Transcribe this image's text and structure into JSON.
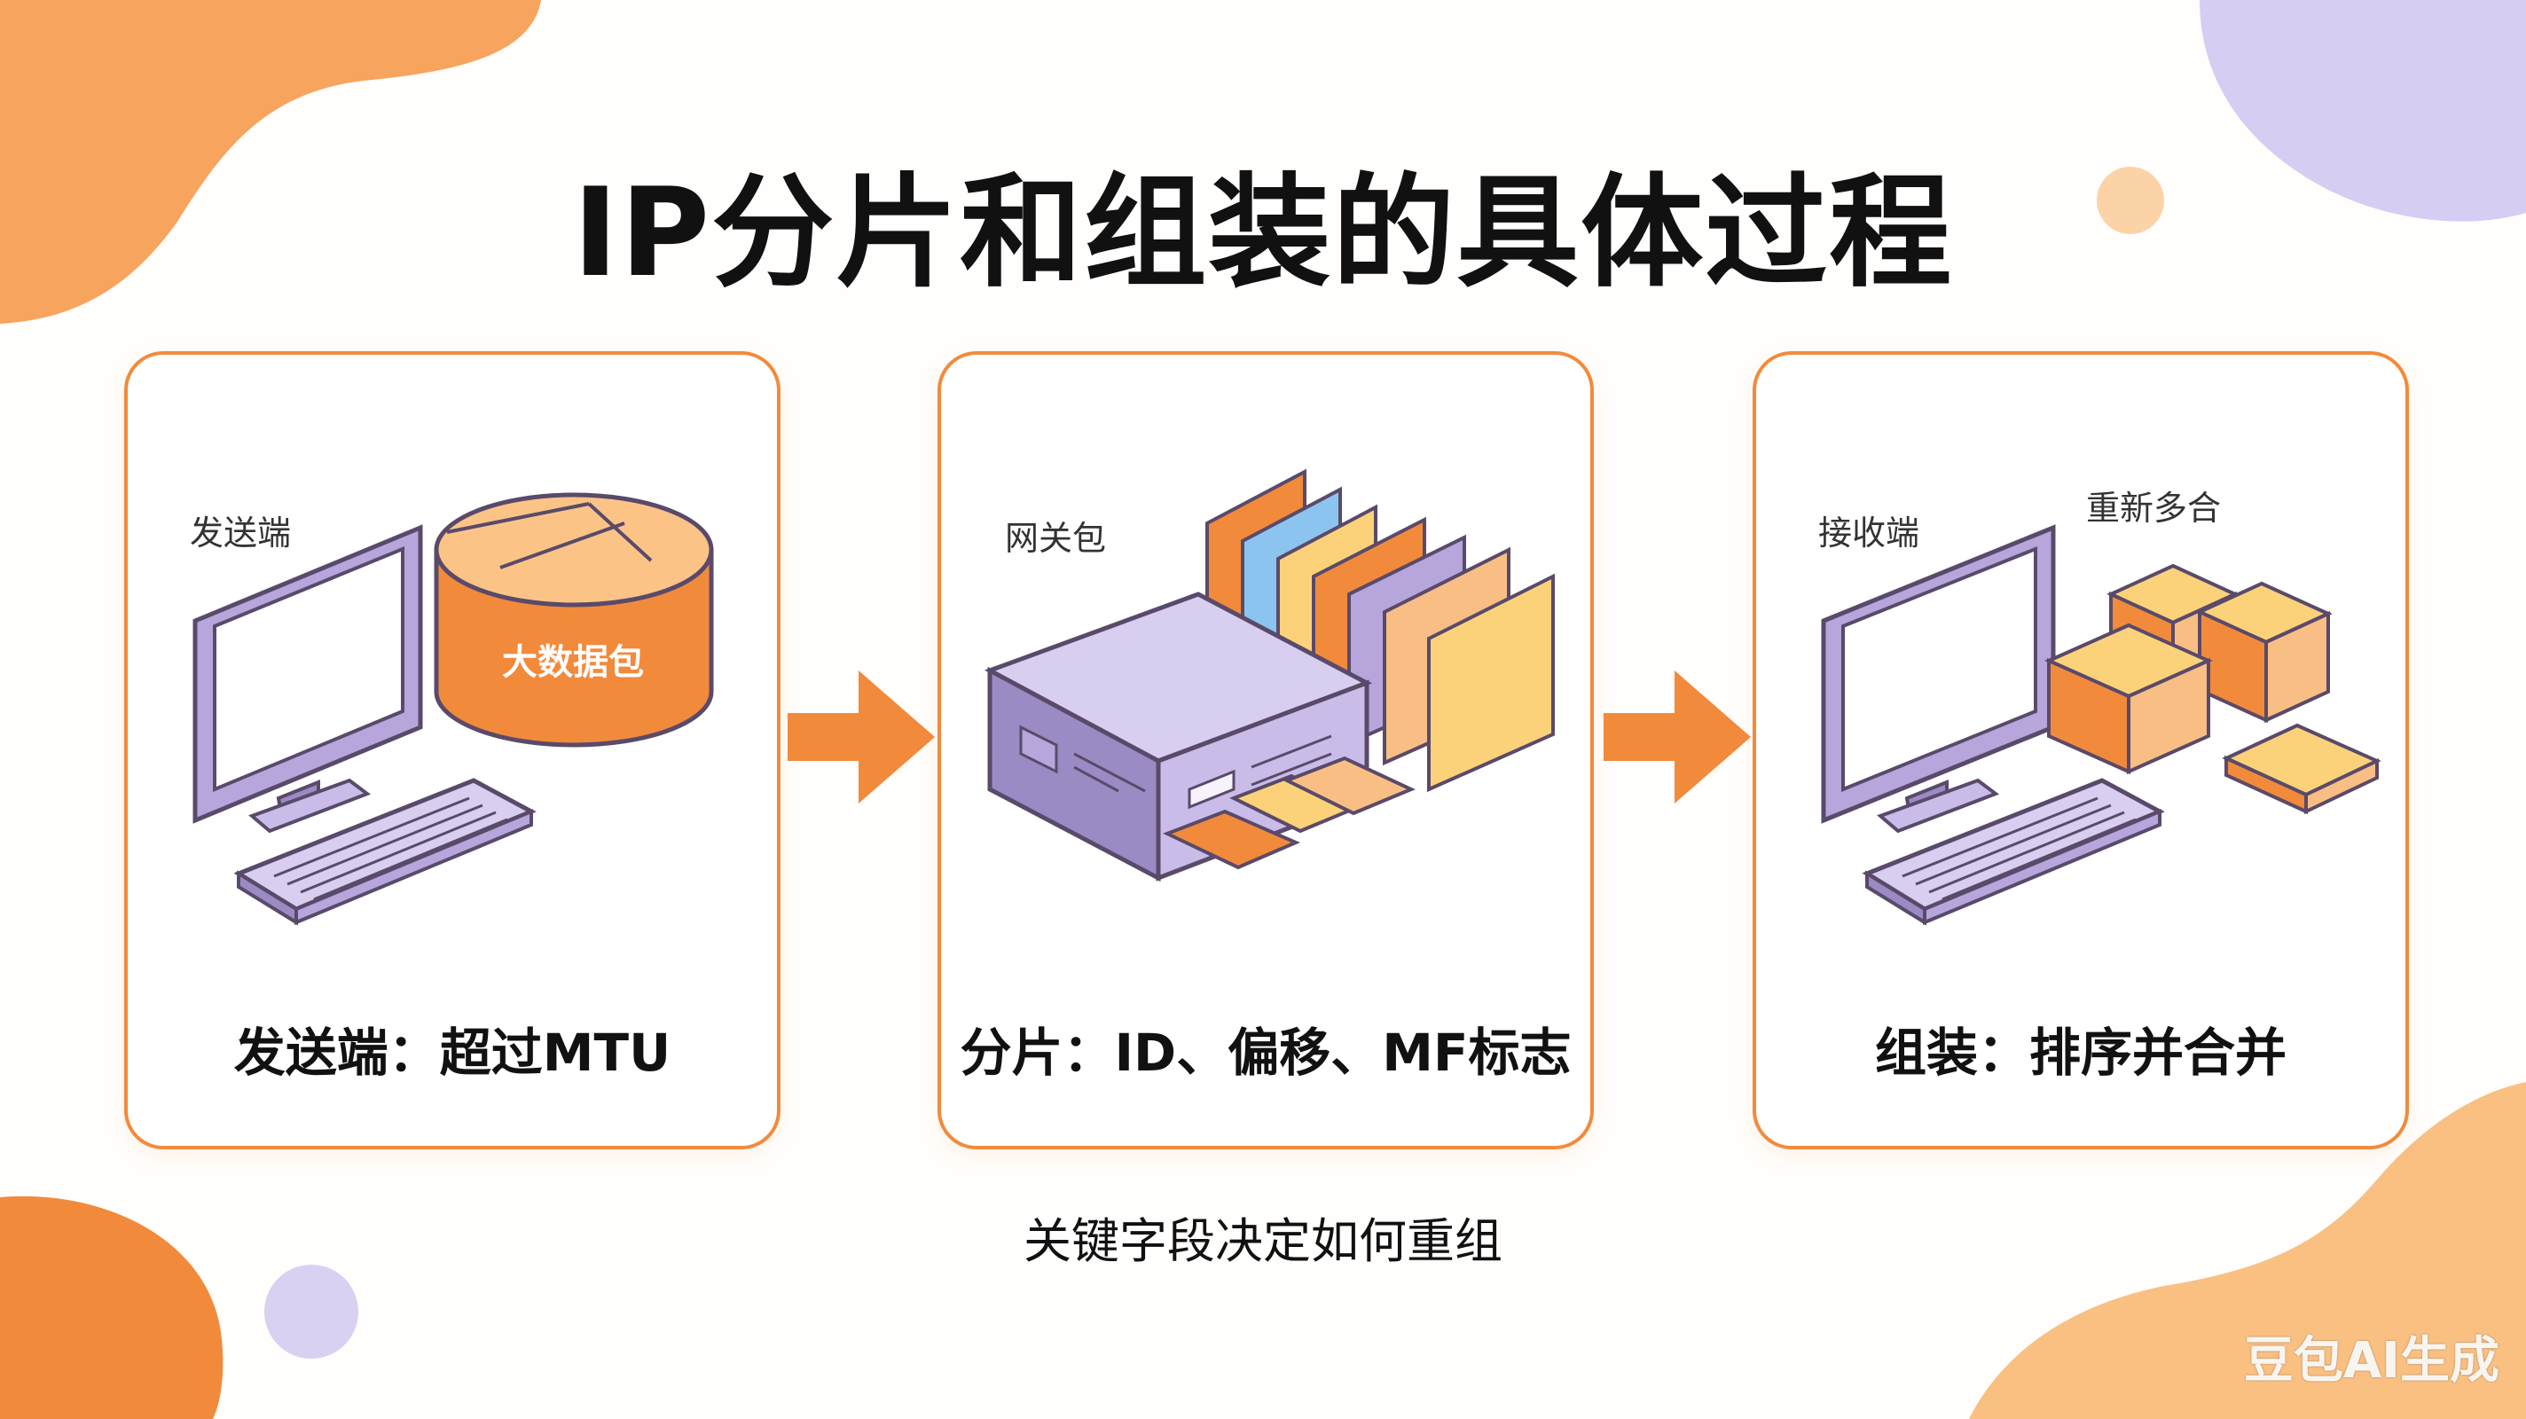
{
  "title": "IP分片和组装的具体过程",
  "cards": [
    {
      "device_label": "发送端",
      "packet_label": "大数据包",
      "caption": "发送端：超过MTU"
    },
    {
      "device_label": "网关包",
      "caption": "分片：ID、偏移、MF标志"
    },
    {
      "device_label": "接收端",
      "reassemble_label": "重新多合",
      "caption": "组装：排序并合并"
    }
  ],
  "footnote": "关键字段决定如何重组",
  "watermark": "豆包AI生成",
  "colors": {
    "accent_orange": "#f28a3c",
    "light_orange": "#f9be84",
    "purple": "#b7a6dc",
    "yellow": "#fbd27a",
    "blue": "#8cc4f0"
  }
}
